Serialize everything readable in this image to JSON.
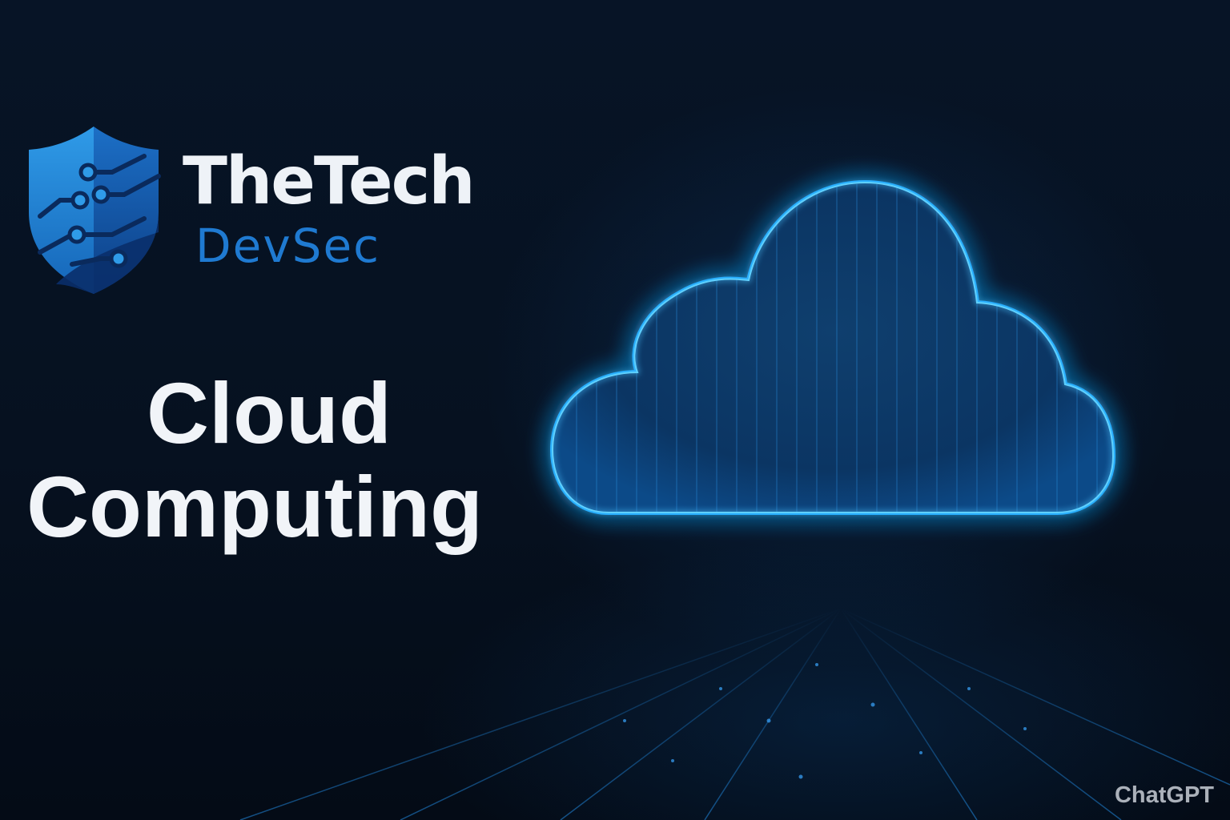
{
  "brand": {
    "name": "TheTech",
    "subtitle": "DevSec"
  },
  "title": {
    "line1": "Cloud",
    "line2": "Computing"
  },
  "watermark": "ChatGPT",
  "icons": {
    "logo": "shield-circuit-icon",
    "hero": "cloud-icon"
  },
  "colors": {
    "background": "#06111f",
    "brand_text": "#eef2f7",
    "brand_accent": "#1f7ad1",
    "cloud_glow": "#1ea8ff",
    "title_text": "#f1f4f8"
  }
}
